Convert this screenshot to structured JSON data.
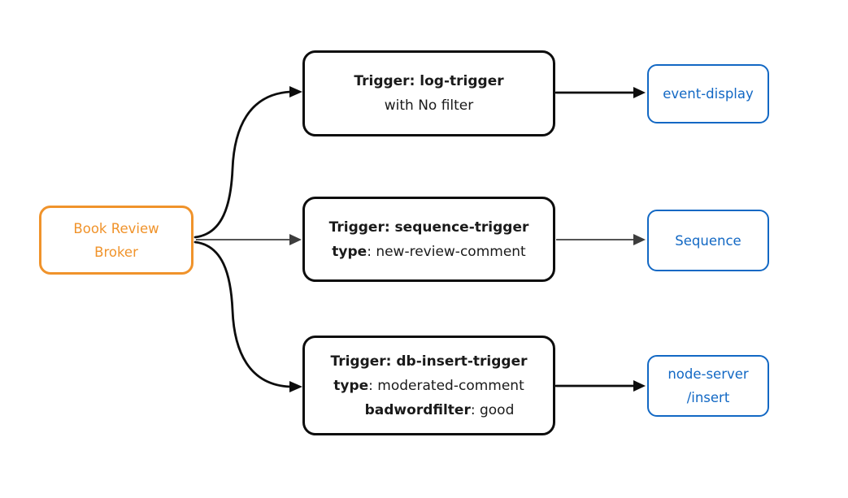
{
  "colors": {
    "background": "#ffffff",
    "broker_orange": "#F0932B",
    "sink_blue": "#1268C4",
    "trigger_border": "#0d0d0d",
    "text_dark": "#1a1a1a",
    "edge_dark": "#0d0d0d",
    "edge_gray": "#3d3d3d"
  },
  "nodes": {
    "broker": {
      "line1": "Book Review",
      "line2": "Broker"
    },
    "trigger_log": {
      "title": "Trigger: log-trigger",
      "subtitle": "with No filter"
    },
    "trigger_sequence": {
      "title": "Trigger: sequence-trigger",
      "prop1_key": "type",
      "prop1_value": ": new-review-comment"
    },
    "trigger_db_insert": {
      "title": "Trigger: db-insert-trigger",
      "prop1_key": "type",
      "prop1_value": ": moderated-comment",
      "prop2_key": "badwordfilter",
      "prop2_value": ": good"
    },
    "sink_event_display": {
      "label": "event-display"
    },
    "sink_sequence": {
      "label": "Sequence"
    },
    "sink_node_server": {
      "line1": "node-server",
      "line2": "/insert"
    }
  }
}
